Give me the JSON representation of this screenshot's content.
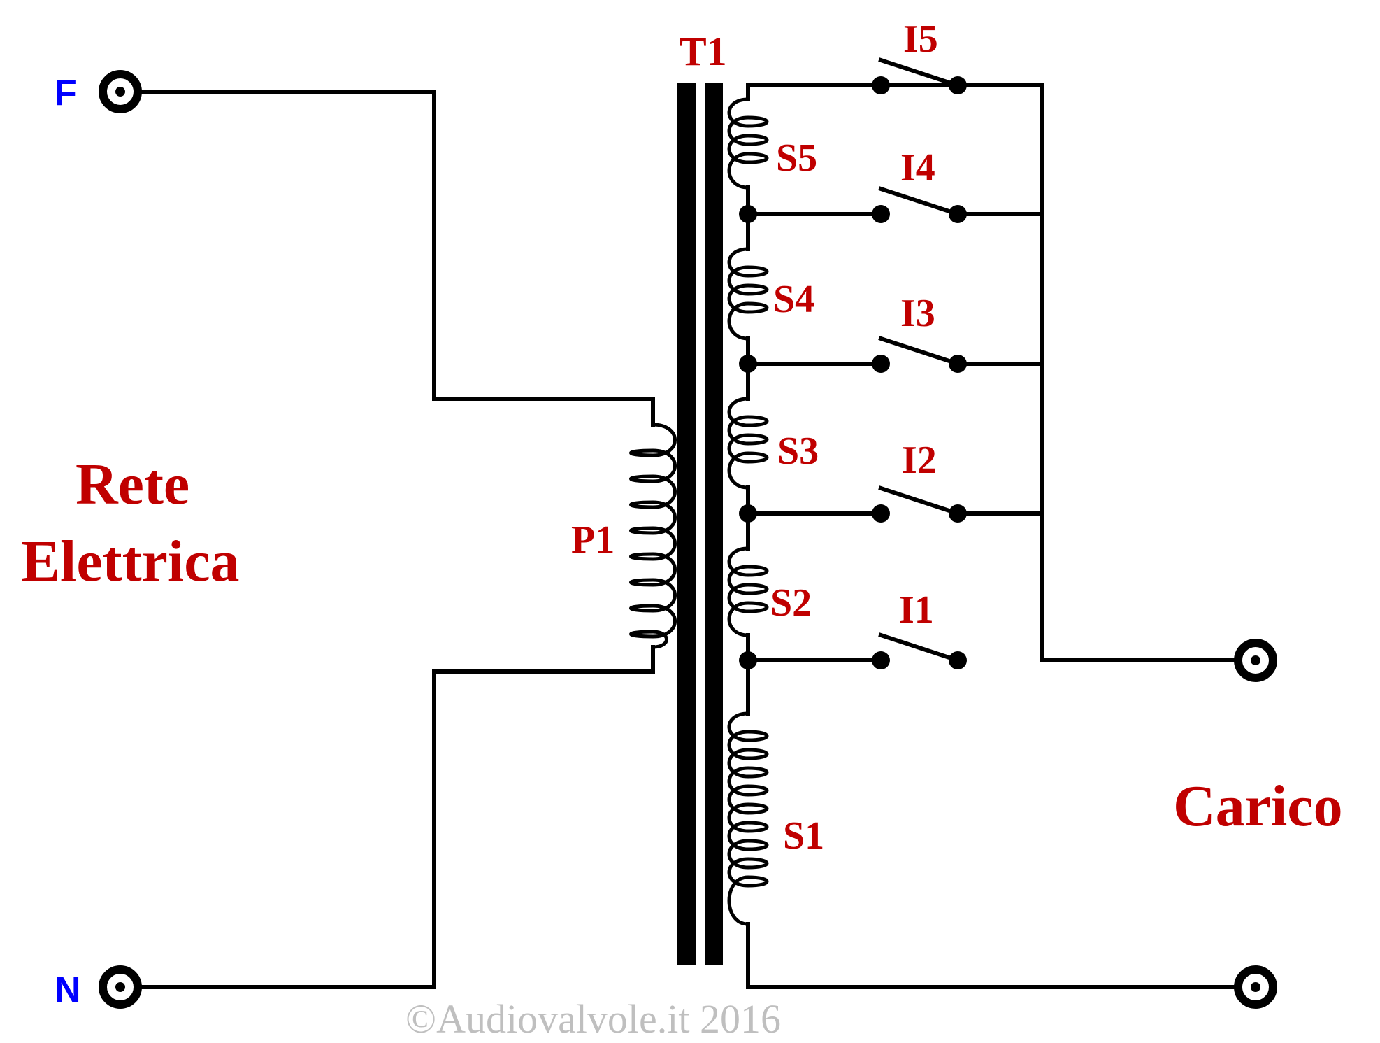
{
  "terminals": {
    "phase": "F",
    "neutral": "N"
  },
  "labels": {
    "mains_line1": "Rete",
    "mains_line2": "Elettrica",
    "load": "Carico",
    "transformer": "T1",
    "primary": "P1",
    "secondaries": [
      "S1",
      "S2",
      "S3",
      "S4",
      "S5"
    ],
    "switches": [
      "I1",
      "I2",
      "I3",
      "I4",
      "I5"
    ]
  },
  "copyright": "©Audiovalvole.it 2016",
  "colors": {
    "label_red": "#c00000",
    "terminal_blue": "#0000ff",
    "wire": "#000000",
    "copyright_gray": "#bfbfbf"
  }
}
